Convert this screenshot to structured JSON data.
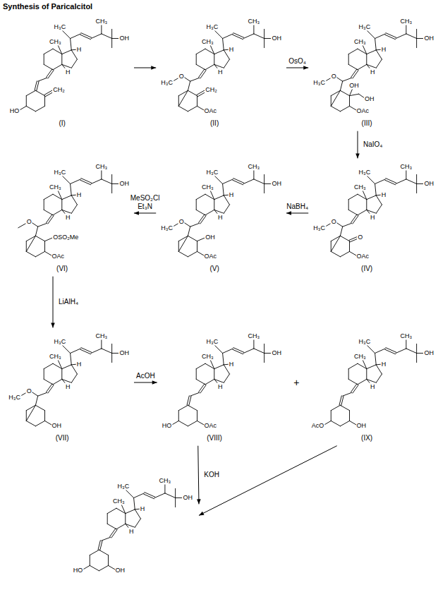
{
  "diagram": {
    "title": "Synthesis of Paricalcitol",
    "nodes": [
      {
        "text": [
          "H₃C",
          "CH₃",
          "H",
          "CH₃",
          "OH",
          "H",
          "CH₂",
          "HO",
          "(I)"
        ]
      },
      {
        "text": [
          "H₃C",
          "CH₃",
          "H",
          "CH₃",
          "OH",
          "H",
          "H₃C",
          "O",
          "CH₂",
          "OAc",
          "(II)"
        ]
      },
      {
        "text": [
          "H₃C",
          "CH₃",
          "H",
          "CH₃",
          "OH",
          "H",
          "H₃C",
          "O",
          "OH",
          "OH",
          "OAc",
          "(III)"
        ]
      },
      {
        "text": [
          "H₃C",
          "CH₃",
          "H",
          "CH₃",
          "OH",
          "H",
          "H₃C",
          "O",
          "O",
          "OAc",
          "(IV)"
        ]
      },
      {
        "text": [
          "H₃C",
          "CH₃",
          "H",
          "CH₃",
          "OH",
          "H",
          "H₃C",
          "O",
          "OH",
          "OAc",
          "(V)"
        ]
      },
      {
        "text": [
          "H₃C",
          "CH₃",
          "H",
          "CH₃",
          "OH",
          "H",
          "O",
          "OSO₂Me",
          "OAc",
          "(VI)"
        ]
      },
      {
        "text": [
          "H₃C",
          "CH₃",
          "H",
          "CH₃",
          "OH",
          "H",
          "H₃C",
          "O",
          "OH",
          "(VII)"
        ]
      },
      {
        "text": [
          "H₃C",
          "CH₃",
          "H",
          "CH₃",
          "OH",
          "H",
          "HO",
          "OAc",
          "(VIII)"
        ]
      },
      {
        "text": [
          "H₃C",
          "CH₃",
          "H",
          "CH₃",
          "OH",
          "H",
          "AcO",
          "OH",
          "(IX)"
        ]
      },
      {
        "text": [
          "H₃C",
          "CH₃",
          "H",
          "CH₃",
          "OH",
          "H",
          "HO",
          "OH"
        ]
      }
    ],
    "edges": [
      {
        "from": 0,
        "to": 1,
        "arrow": "to"
      },
      {
        "from": 1,
        "to": 2,
        "label": "OsO₄",
        "arrow": "to"
      },
      {
        "from": 2,
        "to": 3,
        "label": "NaIO₄",
        "arrow": "to"
      },
      {
        "from": 3,
        "to": 4,
        "label": "NaBH₄",
        "arrow": "to"
      },
      {
        "from": 4,
        "to": 5,
        "label": "MeSO₂Cl Et₃N",
        "arrow": "to"
      },
      {
        "from": 5,
        "to": 6,
        "label": "LiAlH₄",
        "arrow": "to"
      },
      {
        "from": 6,
        "to": 7,
        "label": "AcOH",
        "arrow": "to"
      },
      {
        "from": 7,
        "to": 9,
        "label": "KOH",
        "arrow": "to"
      },
      {
        "from": 8,
        "to": 9,
        "arrow": "to"
      }
    ],
    "labels": [
      "+"
    ]
  }
}
